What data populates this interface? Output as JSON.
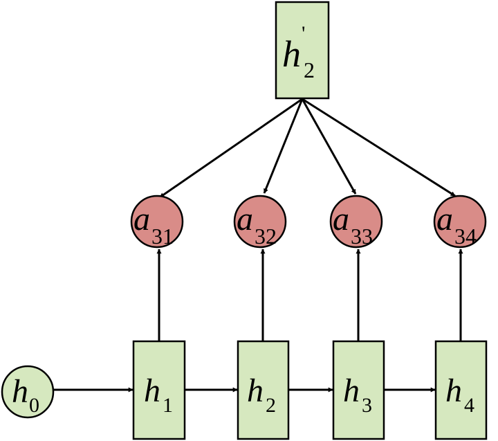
{
  "nodes": {
    "h_prime": {
      "base": "h",
      "sup": "'",
      "sub": "2"
    },
    "a31": {
      "base": "a",
      "sub": "31"
    },
    "a32": {
      "base": "a",
      "sub": "32"
    },
    "a33": {
      "base": "a",
      "sub": "33"
    },
    "a34": {
      "base": "a",
      "sub": "34"
    },
    "h0": {
      "base": "h",
      "sub": "0"
    },
    "h1": {
      "base": "h",
      "sub": "1"
    },
    "h2": {
      "base": "h",
      "sub": "2"
    },
    "h3": {
      "base": "h",
      "sub": "3"
    },
    "h4": {
      "base": "h",
      "sub": "4"
    }
  },
  "colors": {
    "box_fill": "#d6e8bf",
    "attention_fill": "#d98c88",
    "stroke": "#000000"
  }
}
